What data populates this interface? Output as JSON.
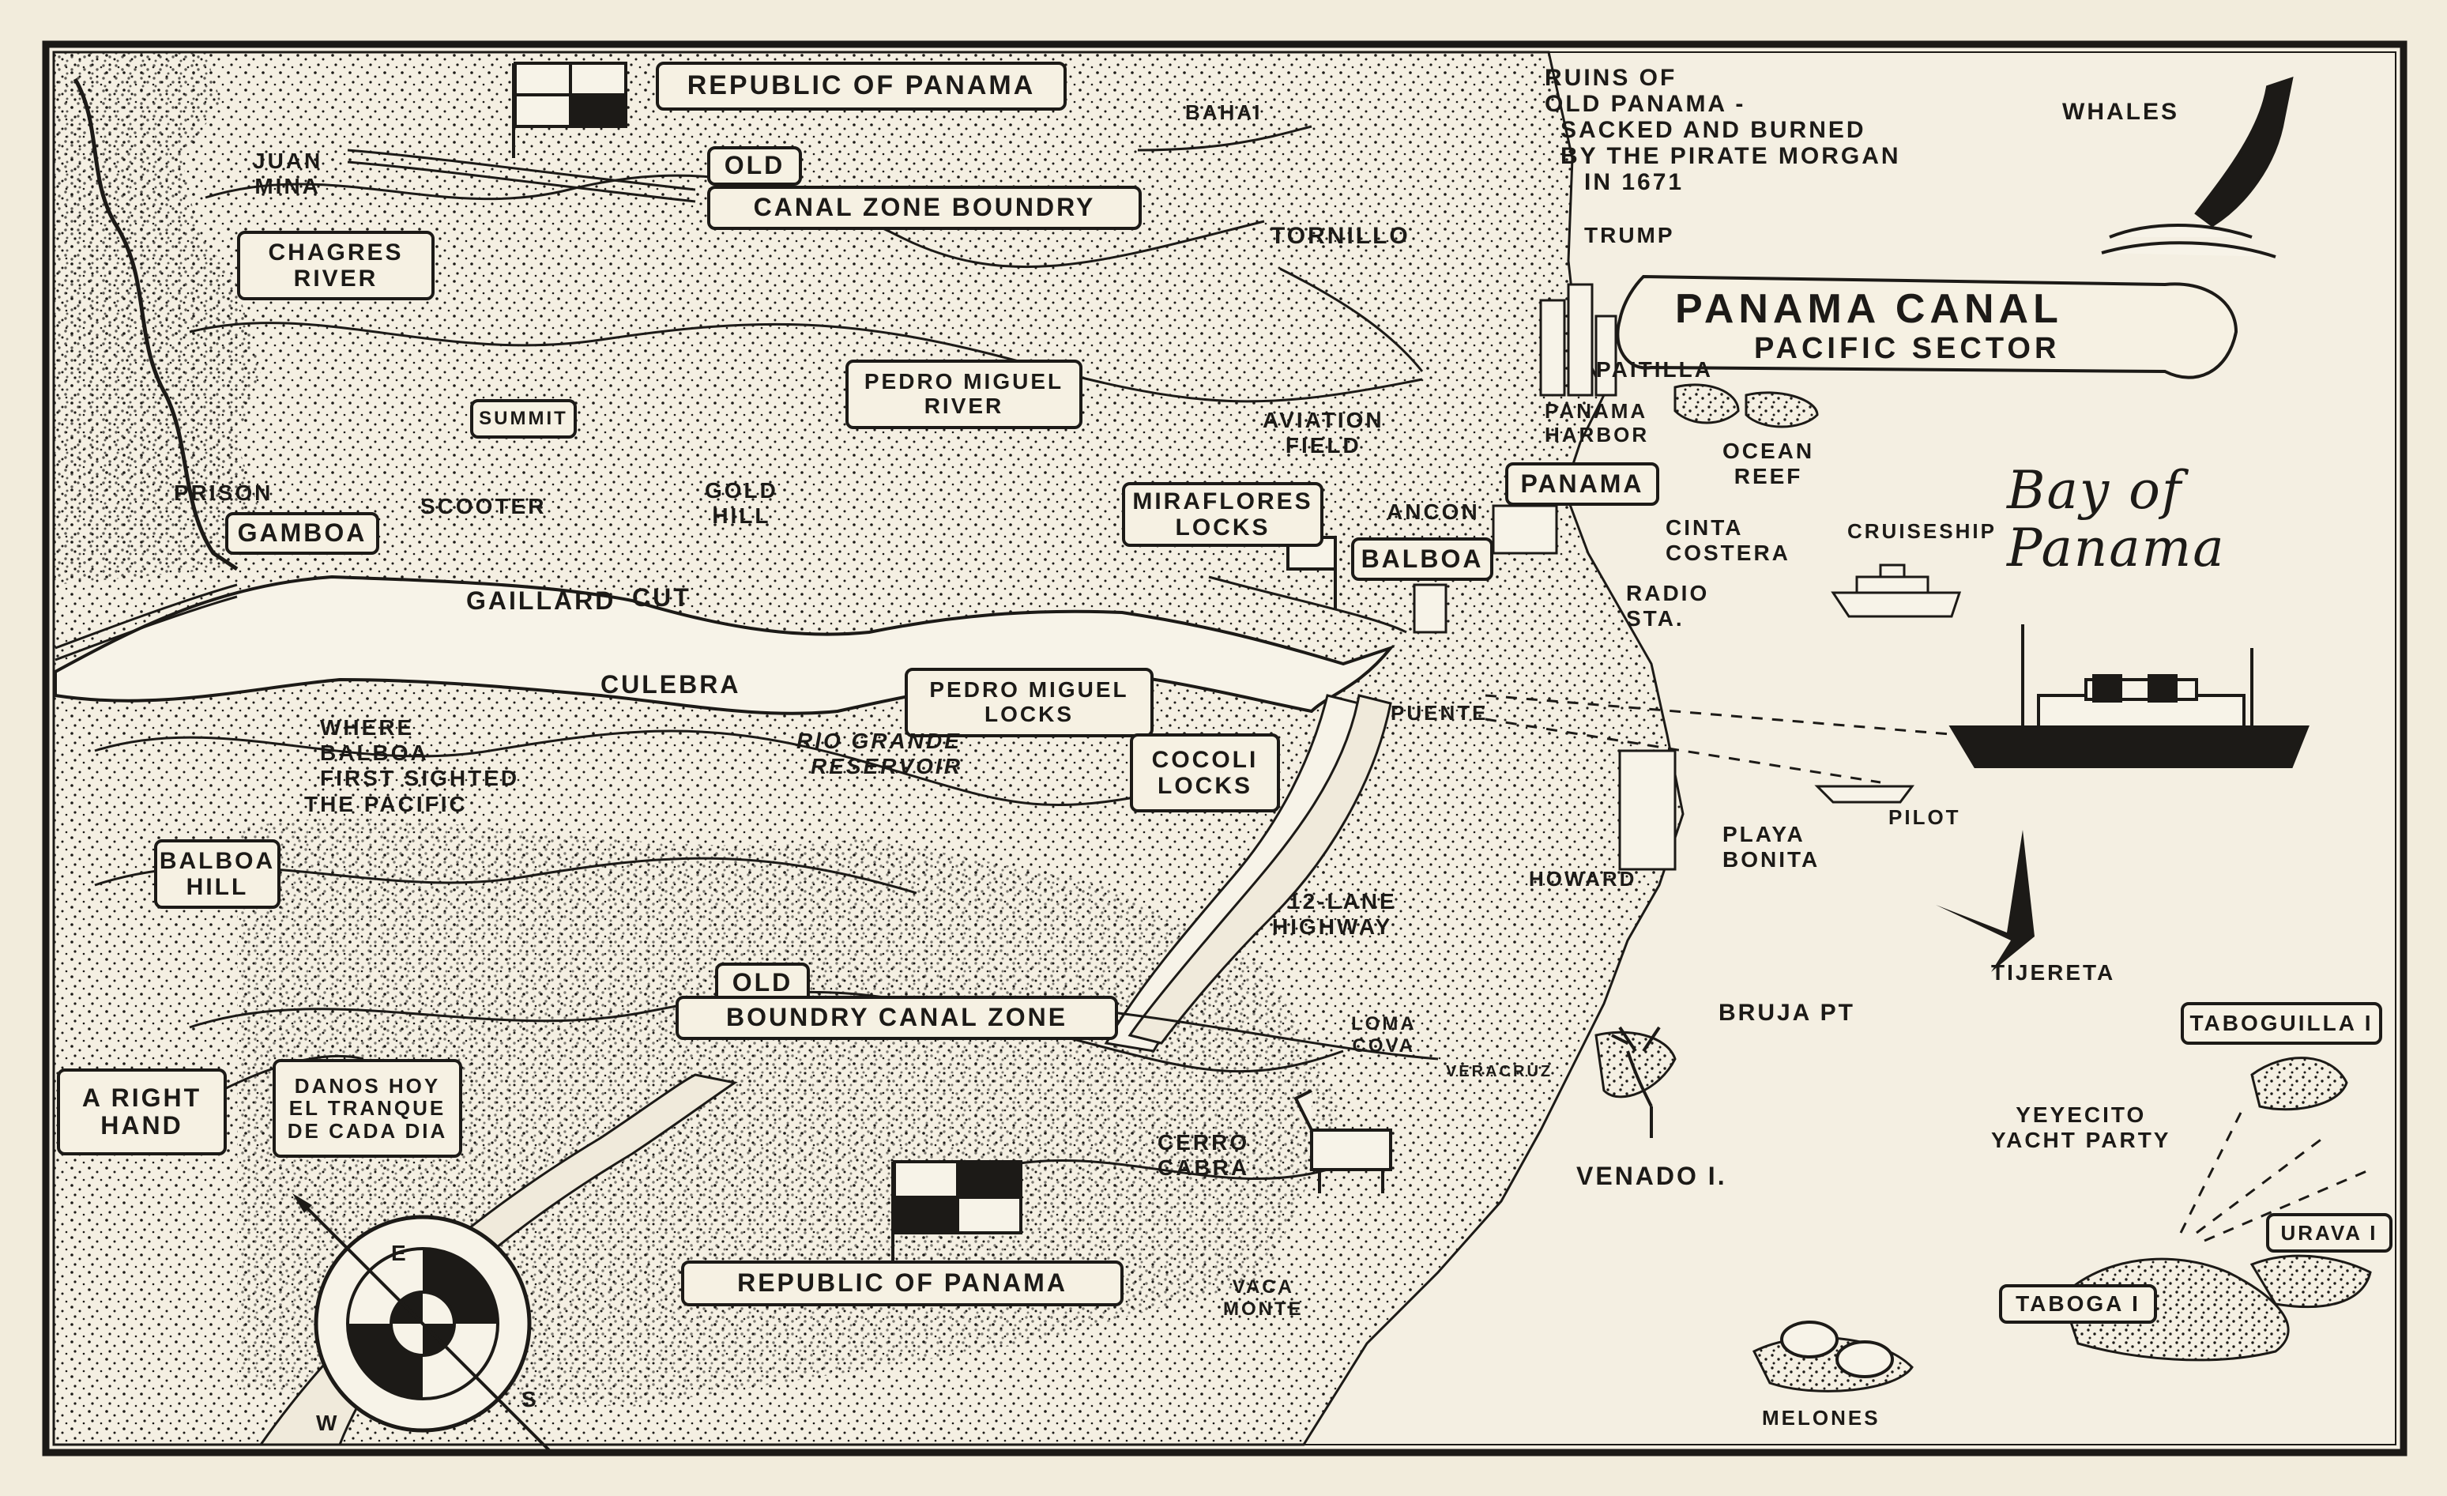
{
  "title": {
    "line1": "PANAMA CANAL",
    "line2": "PACIFIC SECTOR"
  },
  "signs": {
    "republic_top": "REPUBLIC OF PANAMA",
    "old_top": "OLD",
    "canal_zone_boundary_top": "CANAL ZONE BOUNDRY",
    "chagres_1": "CHAGRES",
    "chagres_2": "RIVER",
    "summit": "SUMMIT",
    "pedro_miguel_river_1": "PEDRO MIGUEL",
    "pedro_miguel_river_2": "RIVER",
    "gamboa": "GAMBOA",
    "miraflores_1": "MIRAFLORES",
    "miraflores_2": "LOCKS",
    "balboa": "BALBOA",
    "panama": "PANAMA",
    "pedro_miguel_locks_1": "PEDRO MIGUEL",
    "pedro_miguel_locks_2": "LOCKS",
    "cocoli_1": "COCOLI",
    "cocoli_2": "LOCKS",
    "balboa_hill_1": "BALBOA",
    "balboa_hill_2": "HILL",
    "old_bottom": "OLD",
    "boundary_bottom": "BOUNDRY CANAL ZONE",
    "right_hand_1": "A RIGHT",
    "right_hand_2": "HAND",
    "danos_1": "DANOS HOY",
    "danos_2": "EL TRANQUE",
    "danos_3": "DE CADA DIA",
    "republic_bottom": "REPUBLIC OF PANAMA",
    "taboguilla": "TABOGUILLA I",
    "urava": "URAVA I",
    "taboga": "TABOGA I"
  },
  "labels": {
    "juan_mina_1": "JUAN",
    "juan_mina_2": "MINA",
    "bahai": "BAHAI",
    "ruins_1": "RUINS OF",
    "ruins_2": "OLD PANAMA -",
    "ruins_3": "SACKED AND BURNED",
    "ruins_4": "BY THE PIRATE MORGAN",
    "ruins_5": "IN 1671",
    "whales": "WHALES",
    "tornillo": "TORNILLO",
    "trump": "TRUMP",
    "paitilla": "PAITILLA",
    "panama_harbor_1": "PANAMA",
    "panama_harbor_2": "HARBOR",
    "ocean_reef_1": "OCEAN",
    "ocean_reef_2": "REEF",
    "aviation_1": "AVIATION",
    "aviation_2": "FIELD",
    "prison": "PRISON",
    "scooter": "SCOOTER",
    "gold_hill_1": "GOLD",
    "gold_hill_2": "HILL",
    "ancon": "ANCON",
    "cinta_1": "CINTA",
    "cinta_2": "COSTERA",
    "cruiseship": "CRUISESHIP",
    "bay_1": "Bay of",
    "bay_2": "Panama",
    "gaillard": "GAILLARD",
    "cut": "CUT",
    "radio_1": "RADIO",
    "radio_2": "STA.",
    "culebra": "CULEBRA",
    "where_1": "WHERE",
    "where_2": "BALBOA",
    "where_3": "FIRST SIGHTED",
    "where_4": "THE PACIFIC",
    "rio_1": "RIO GRANDE",
    "rio_2": "RESERVOIR",
    "puente": "PUENTE",
    "pilot": "PILOT",
    "playa_1": "PLAYA",
    "playa_2": "BONITA",
    "howard": "HOWARD",
    "highway_1": "12-LANE",
    "highway_2": "HIGHWAY",
    "tijereta": "TIJERETA",
    "bruja": "BRUJA PT",
    "loma_1": "LOMA",
    "loma_2": "COVA",
    "veracruz": "VERACRUZ",
    "yeyecito_1": "YEYECITO",
    "yeyecito_2": "YACHT PARTY",
    "venado": "VENADO I.",
    "cerro_1": "CERRO",
    "cerro_2": "CABRA",
    "vaca_1": "VACA",
    "vaca_2": "MONTE",
    "melones": "MELONES",
    "compass_w": "W",
    "compass_e": "E",
    "compass_s": "S"
  },
  "colors": {
    "paper": "#f2ecdc",
    "ink": "#1c1a17",
    "sea": "#f4efe2"
  },
  "icons": [
    "compass-rose-icon",
    "whale-icon",
    "ship-icon",
    "flag-icon",
    "pirate-icon",
    "frigatebird-icon",
    "deer-icon",
    "goat-icon"
  ]
}
